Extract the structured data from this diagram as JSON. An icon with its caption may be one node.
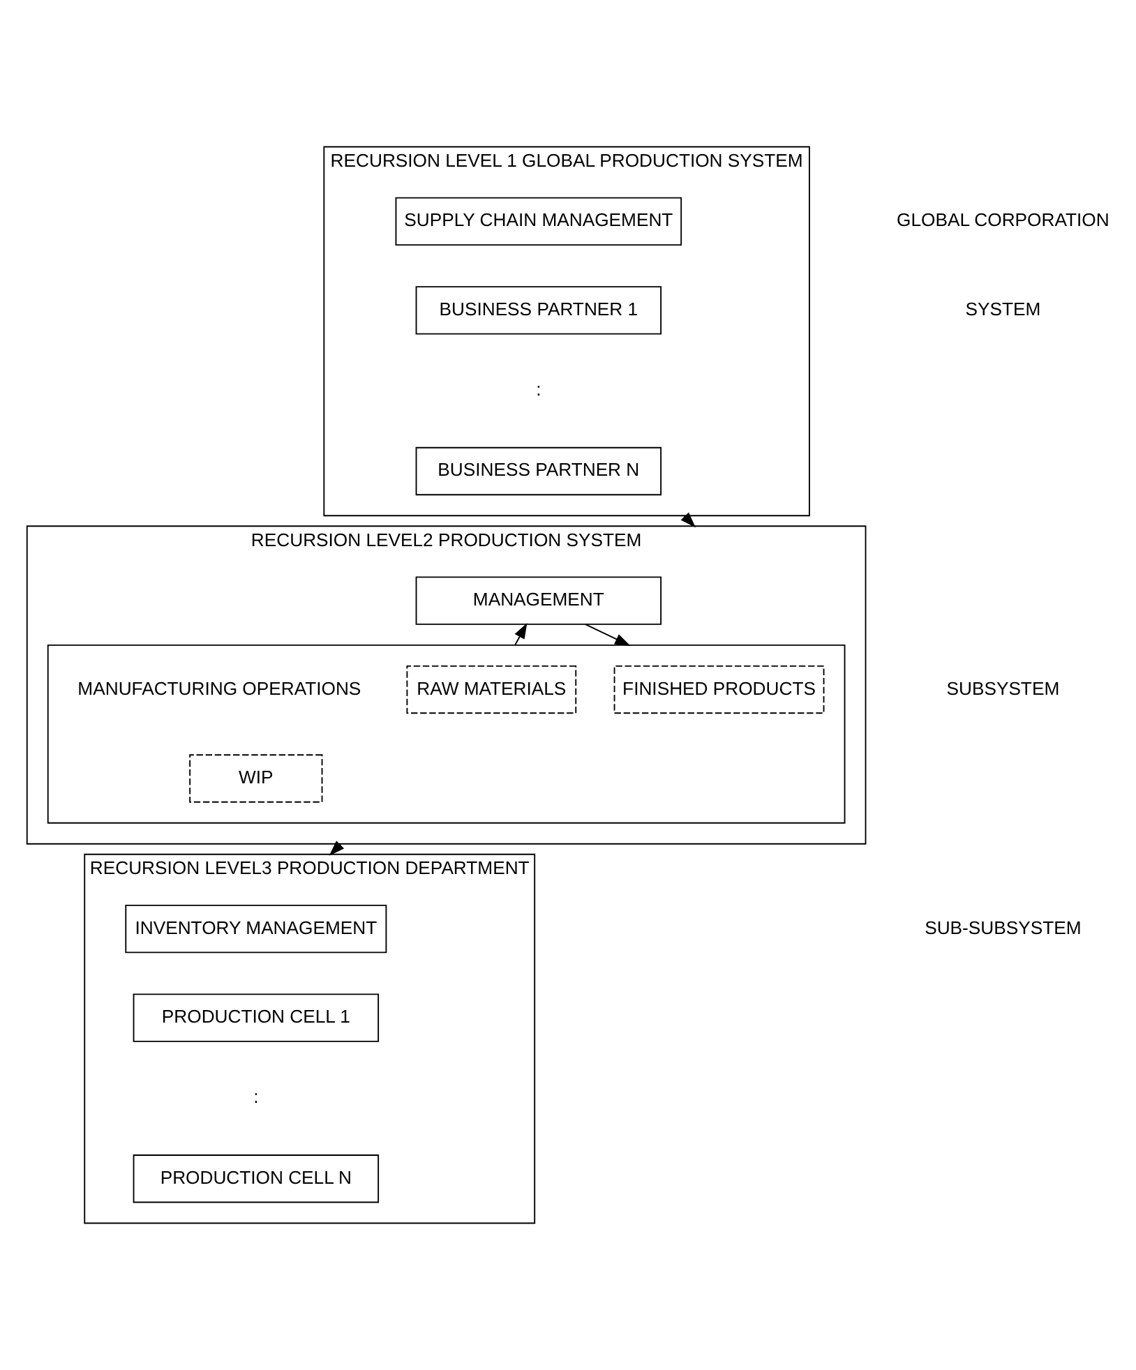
{
  "diagram": {
    "nodes": [
      {
        "text": [
          "RECURSION LEVEL 1 GLOBAL PRODUCTION SYSTEM"
        ]
      },
      {
        "text": [
          "SUPPLY CHAIN MANAGEMENT"
        ],
        "in": 0
      },
      {
        "text": [
          "BUSINESS PARTNER 1"
        ],
        "in": 0
      },
      {
        "text": [
          "BUSINESS PARTNER N"
        ],
        "in": 0
      },
      {
        "text": [
          "RECURSION LEVEL2 PRODUCTION SYSTEM"
        ]
      },
      {
        "text": [
          "MANAGEMENT"
        ],
        "in": 4
      },
      {
        "text": [],
        "shape": "box",
        "in": 4
      },
      {
        "text": [
          "RAW MATERIALS"
        ],
        "in": 6
      },
      {
        "text": [
          "MANUFACTURING OPERATIONS"
        ],
        "in": 6
      },
      {
        "text": [
          "WIP"
        ],
        "in": 6
      },
      {
        "text": [
          "FINISHED PRODUCTS"
        ],
        "in": 6
      },
      {
        "text": [
          "RECURSION LEVEL3 PRODUCTION DEPARTMENT"
        ]
      },
      {
        "text": [
          "INVENTORY MANAGEMENT"
        ],
        "in": 11
      },
      {
        "text": [
          "PRODUCTION CELL 1"
        ],
        "in": 11
      },
      {
        "text": [
          "PRODUCTION CELL N"
        ],
        "in": 11
      }
    ],
    "edges": [
      {
        "from": 0,
        "to": 4,
        "arrow": "to"
      },
      {
        "from": 5,
        "to": 6,
        "arrow": "to"
      },
      {
        "from": 6,
        "to": 5,
        "arrow": "to"
      },
      {
        "from": 4,
        "to": 11,
        "arrow": "to"
      }
    ],
    "labels": [
      ":",
      ":",
      "GLOBAL CORPORATION",
      "SYSTEM",
      "SUBSYSTEM",
      "SUB-SUBSYSTEM"
    ]
  }
}
